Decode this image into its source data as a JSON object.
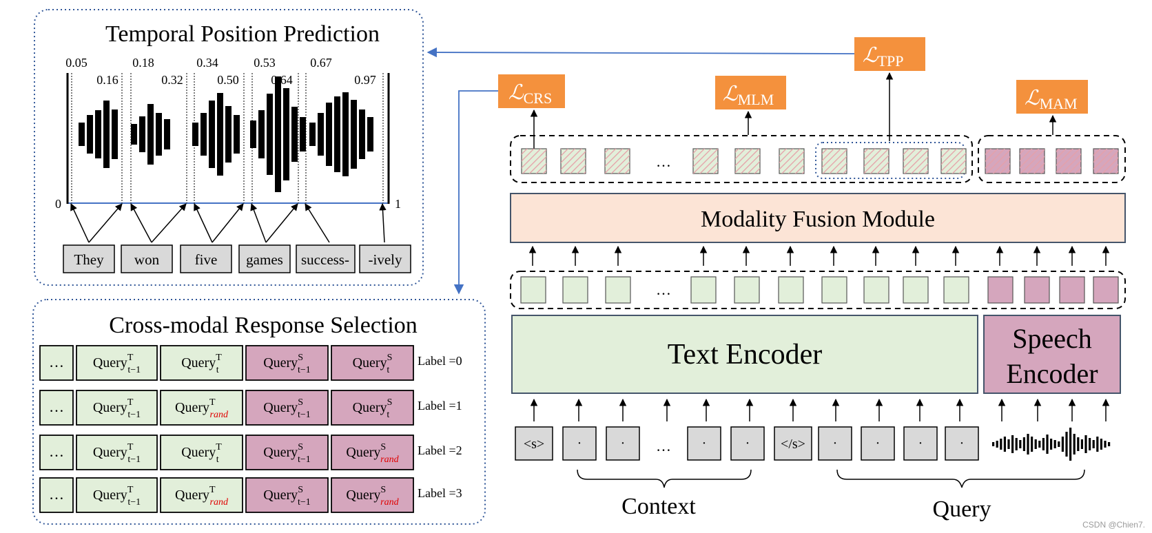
{
  "tpp_panel": {
    "title": "Temporal Position Prediction",
    "axis_start": "0",
    "axis_end": "1",
    "ticks_top": [
      "0.05",
      "0.18",
      "0.34",
      "0.53",
      "0.67"
    ],
    "ticks_bottom": [
      "0.16",
      "0.32",
      "0.50",
      "0.64",
      "0.97"
    ],
    "words": [
      "They",
      "won",
      "five",
      "games",
      "success-",
      "-ively"
    ]
  },
  "crs_panel": {
    "title": "Cross-modal Response Selection",
    "ellipsis": "…",
    "query_base": "Query",
    "sup_text": "T",
    "sup_speech": "S",
    "sub_prev": "t−1",
    "sub_cur": "t",
    "sub_rand": "rand",
    "label_prefix": "Label =",
    "rows": [
      {
        "text_sub": "t",
        "speech_sub": "t",
        "label": "0"
      },
      {
        "text_sub": "rand",
        "speech_sub": "t",
        "label": "1"
      },
      {
        "text_sub": "t",
        "speech_sub": "rand",
        "label": "2"
      },
      {
        "text_sub": "rand",
        "speech_sub": "rand",
        "label": "3"
      }
    ]
  },
  "losses": [
    {
      "id": "crs",
      "script": "ℒ",
      "sub": "CRS"
    },
    {
      "id": "mlm",
      "script": "ℒ",
      "sub": "MLM"
    },
    {
      "id": "tpp",
      "script": "ℒ",
      "sub": "TPP"
    },
    {
      "id": "mam",
      "script": "ℒ",
      "sub": "MAM"
    }
  ],
  "modules": {
    "fusion": "Modality Fusion Module",
    "text_encoder": "Text Encoder",
    "speech_encoder_line1": "Speech",
    "speech_encoder_line2": "Encoder"
  },
  "tokens": {
    "bos": "<s>",
    "sep": "</s>",
    "dot": "·",
    "ellipsis": "…"
  },
  "group_labels": {
    "context": "Context",
    "query": "Query"
  },
  "watermark": "CSDN @Chien7.",
  "colors": {
    "green_fill": "#e2efda",
    "pink_fill": "#d5a6bd",
    "peach_fill": "#fce4d6",
    "orange": "#f4913d",
    "gray_token": "#d9d9d9",
    "blue_dotted": "#2f5597",
    "arrow_blue": "#4472c4",
    "border_dark": "#44546a"
  }
}
